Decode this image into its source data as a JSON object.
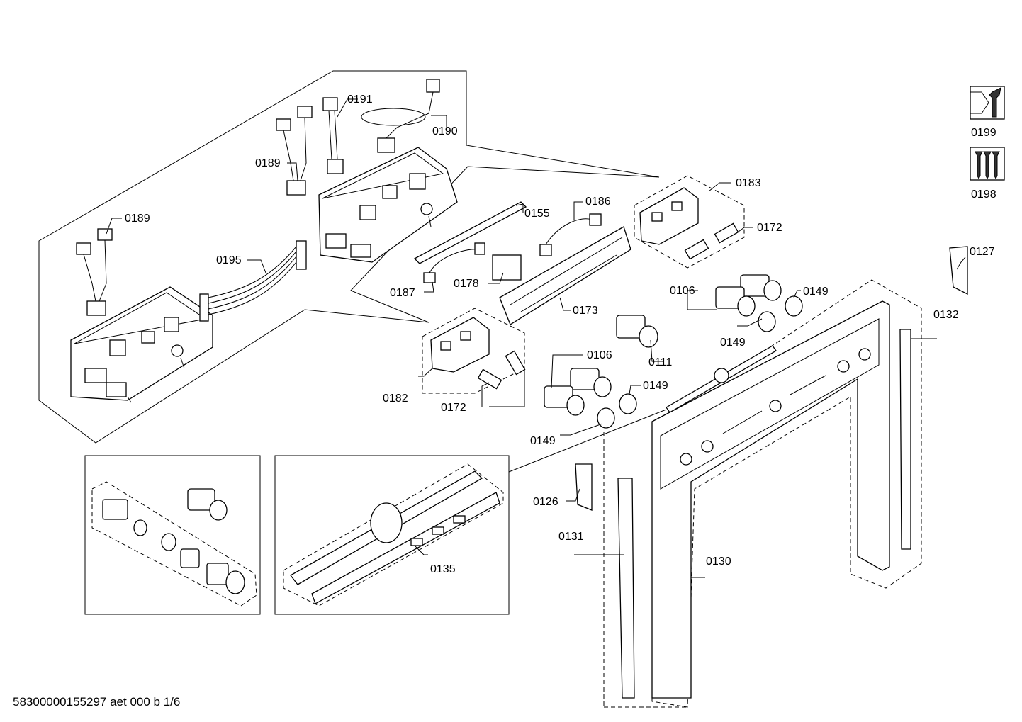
{
  "labels": {
    "l0191": "0191",
    "l0190": "0190",
    "l0189a": "0189",
    "l0189b": "0189",
    "l0195": "0195",
    "l0155": "0155",
    "l0186": "0186",
    "l0187": "0187",
    "l0178": "0178",
    "l0173": "0173",
    "l0183": "0183",
    "l0172a": "0172",
    "l0106a": "0106",
    "l0149a": "0149",
    "l0149b": "0149",
    "l0111": "0111",
    "l0106b": "0106",
    "l0149c": "0149",
    "l0182": "0182",
    "l0172b": "0172",
    "l0149d": "0149",
    "l0127": "0127",
    "l0132": "0132",
    "l0126": "0126",
    "l0131": "0131",
    "l0130": "0130",
    "l0135": "0135",
    "l0199": "0199",
    "l0198": "0198"
  },
  "icons": {
    "service_tools": "wrench-tools-icon",
    "screw_set": "screws-icon"
  },
  "footer": "58300000155297 aet 000 b 1/6"
}
